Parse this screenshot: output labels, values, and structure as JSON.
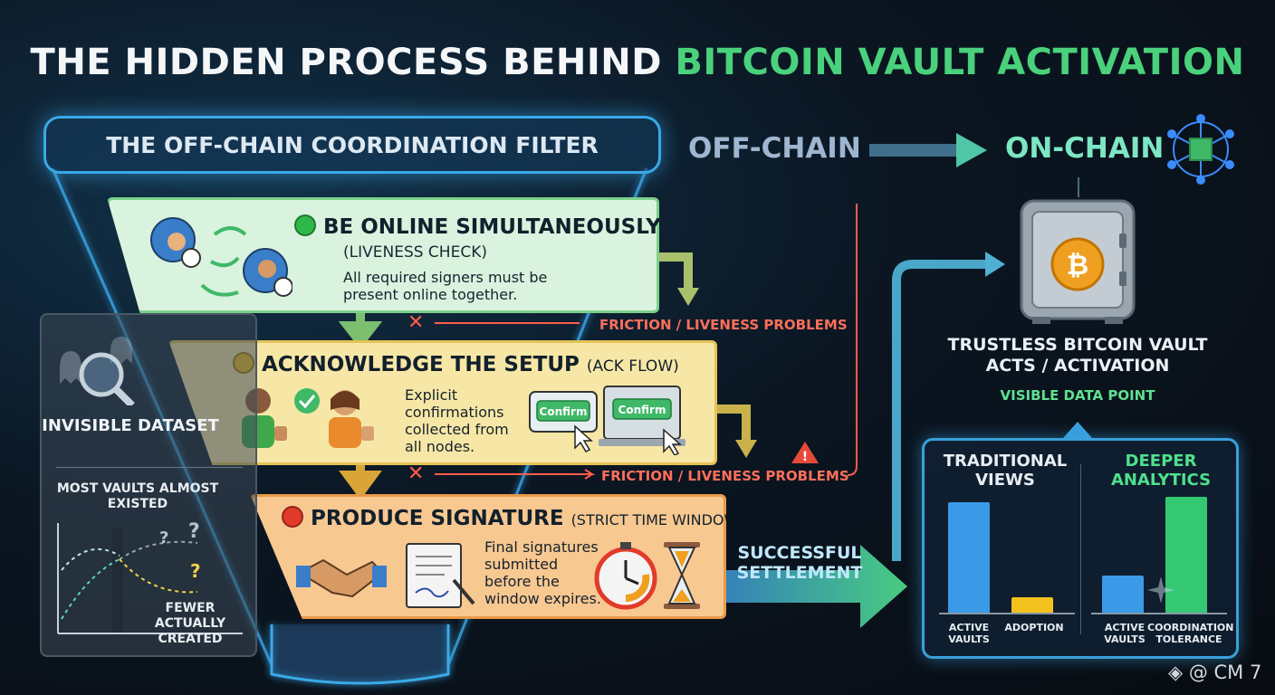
{
  "title": {
    "part1": "THE HIDDEN PROCESS BEHIND ",
    "part2": "BITCOIN VAULT ACTIVATION"
  },
  "filter": {
    "header": "THE OFF-CHAIN COORDINATION FILTER"
  },
  "flow": {
    "off_chain": "OFF-CHAIN",
    "on_chain": "ON-CHAIN"
  },
  "steps": [
    {
      "title": "BE ONLINE SIMULTANEOUSLY",
      "subtitle": "(LIVENESS CHECK)",
      "description": "All required signers must be present online together.",
      "status_color": "#2fb84a"
    },
    {
      "title": "ACKNOWLEDGE THE SETUP",
      "subtitle": "(ACK FLOW)",
      "description": "Explicit confirmations collected from all nodes.",
      "confirm_label": "Confirm",
      "status_color": "#f2c11d"
    },
    {
      "title": "PRODUCE SIGNATURE",
      "subtitle": "(STRICT TIME WINDOW)",
      "description": "Final signatures submitted before the window expires.",
      "status_color": "#e23a2a"
    }
  ],
  "friction": [
    {
      "label": "FRICTION / LIVENESS PROBLEMS"
    },
    {
      "label": "FRICTION / LIVENESS PROBLEMS"
    }
  ],
  "side_panel": {
    "title": "INVISIBLE DATASET",
    "top_text": "MOST VAULTS ALMOST EXISTED",
    "bottom_text": "FEWER ACTUALLY CREATED",
    "question": "?"
  },
  "success": {
    "label": "SUCCESSFUL SETTLEMENT"
  },
  "vault": {
    "label": "TRUSTLESS BITCOIN VAULT ACTS / ACTIVATION",
    "visible_data_point": "VISIBLE DATA POINT",
    "coin_symbol": "₿"
  },
  "analytics": {
    "traditional_header": "TRADITIONAL VIEWS",
    "deeper_header": "DEEPER ANALYTICS",
    "labels": {
      "active_vaults_1": "ACTIVE VAULTS",
      "adoption": "ADOPTION",
      "active_vaults_2": "ACTIVE VAULTS",
      "coordination_tolerance": "COORDINATION TOLERANCE"
    }
  },
  "chart_data": [
    {
      "type": "bar",
      "title": "TRADITIONAL VIEWS",
      "categories": [
        "ACTIVE VAULTS",
        "ADOPTION"
      ],
      "values": [
        0.95,
        0.13
      ]
    },
    {
      "type": "bar",
      "title": "DEEPER ANALYTICS",
      "categories": [
        "ACTIVE VAULTS",
        "COORDINATION TOLERANCE"
      ],
      "values": [
        0.32,
        1.0
      ]
    }
  ],
  "credit": "◈ @ CM 7",
  "colors": {
    "accent_green": "#4ad17c",
    "glow_blue": "#3aa8e8",
    "friction_red": "#ff6f5b",
    "step1_bg": "#d9f3df",
    "step2_bg": "#f7e7a6",
    "step3_bg": "#f8c891"
  }
}
